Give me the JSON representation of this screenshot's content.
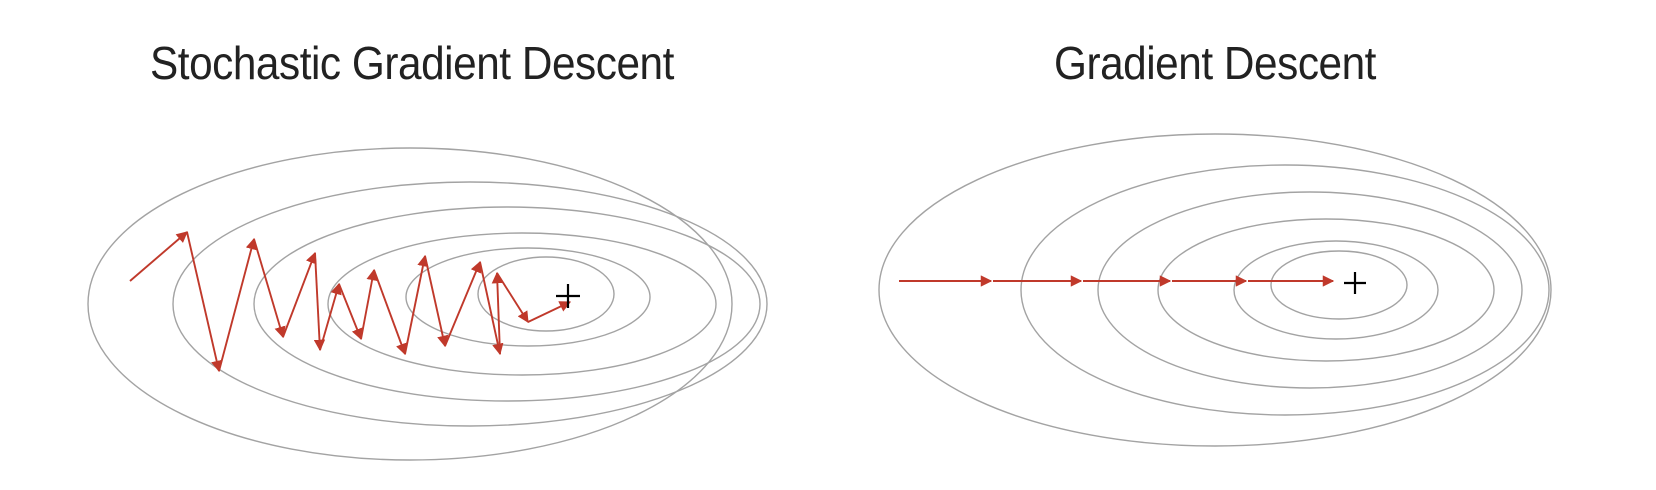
{
  "panels": [
    {
      "id": "sgd",
      "title": "Stochastic Gradient Descent",
      "path_style": "zigzag",
      "contour_count": 6
    },
    {
      "id": "gd",
      "title": "Gradient Descent",
      "path_style": "straight",
      "contour_count": 6
    }
  ],
  "colors": {
    "background": "#ffffff",
    "contour": "#a3a3a3",
    "step_arrow": "#c0392b",
    "optimum_marker": "#000000",
    "title_text": "#222222"
  },
  "icons": {
    "optimum": "plus-marker",
    "step": "arrow"
  }
}
